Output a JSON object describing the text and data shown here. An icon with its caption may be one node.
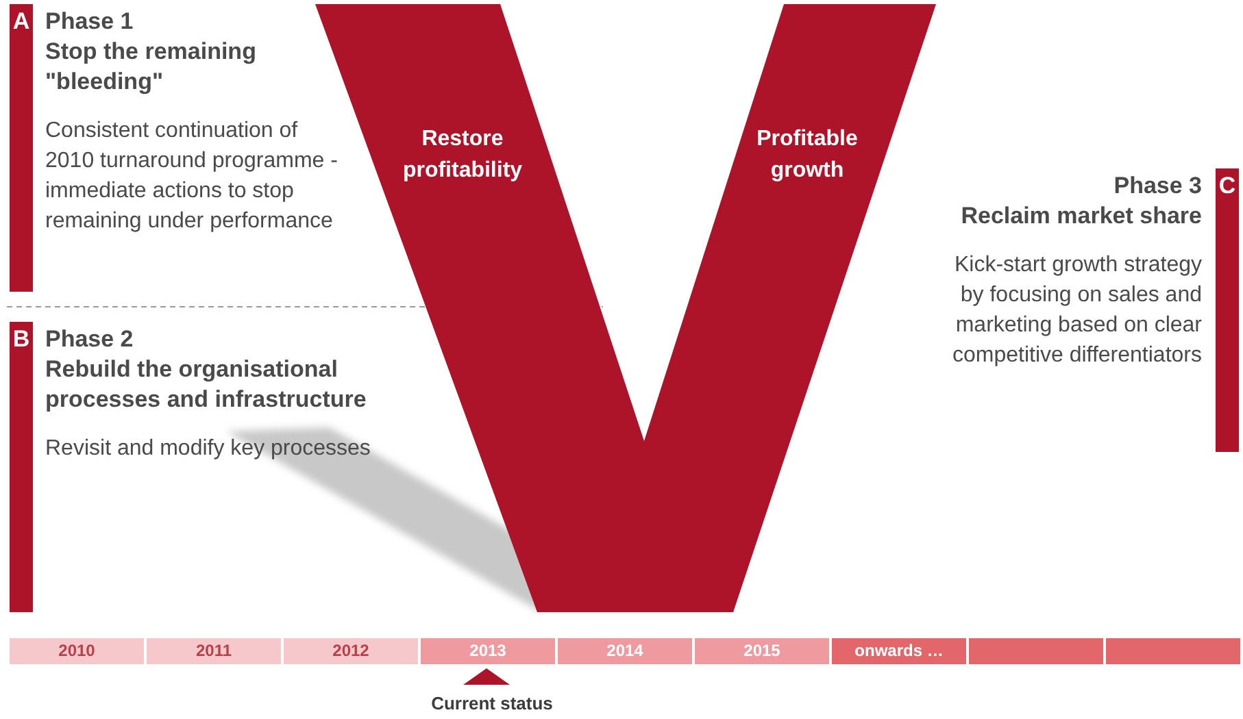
{
  "diagram": {
    "nodes": [
      {
        "text": [
          "A",
          "Phase 1",
          "Stop the remaining \"bleeding\"",
          "Consistent continuation of 2010 turnaround programme - immediate actions to stop remaining under performance"
        ]
      },
      {
        "text": [
          "Restore profitability",
          "Profitable growth"
        ]
      },
      {
        "text": [
          "C",
          "Phase 3",
          "Reclaim market share",
          "Kick-start growth strategy by focusing on sales and marketing based on clear competitive differentiators"
        ]
      },
      {
        "text": [
          "B",
          "Phase 2",
          "Rebuild the organisational processes and infrastructure",
          "Revisit and modify key processes"
        ]
      },
      {
        "text": [
          "2010"
        ]
      },
      {
        "text": [
          "2011"
        ]
      },
      {
        "text": [
          "2012"
        ]
      },
      {
        "text": [
          "2013"
        ]
      },
      {
        "text": [
          "2014"
        ]
      },
      {
        "text": [
          "2015"
        ]
      },
      {
        "text": [
          "onwards …"
        ]
      },
      {
        "text": [],
        "shape": "bar"
      },
      {
        "text": [],
        "shape": "bar"
      }
    ],
    "labels": [
      "Current status"
    ]
  }
}
